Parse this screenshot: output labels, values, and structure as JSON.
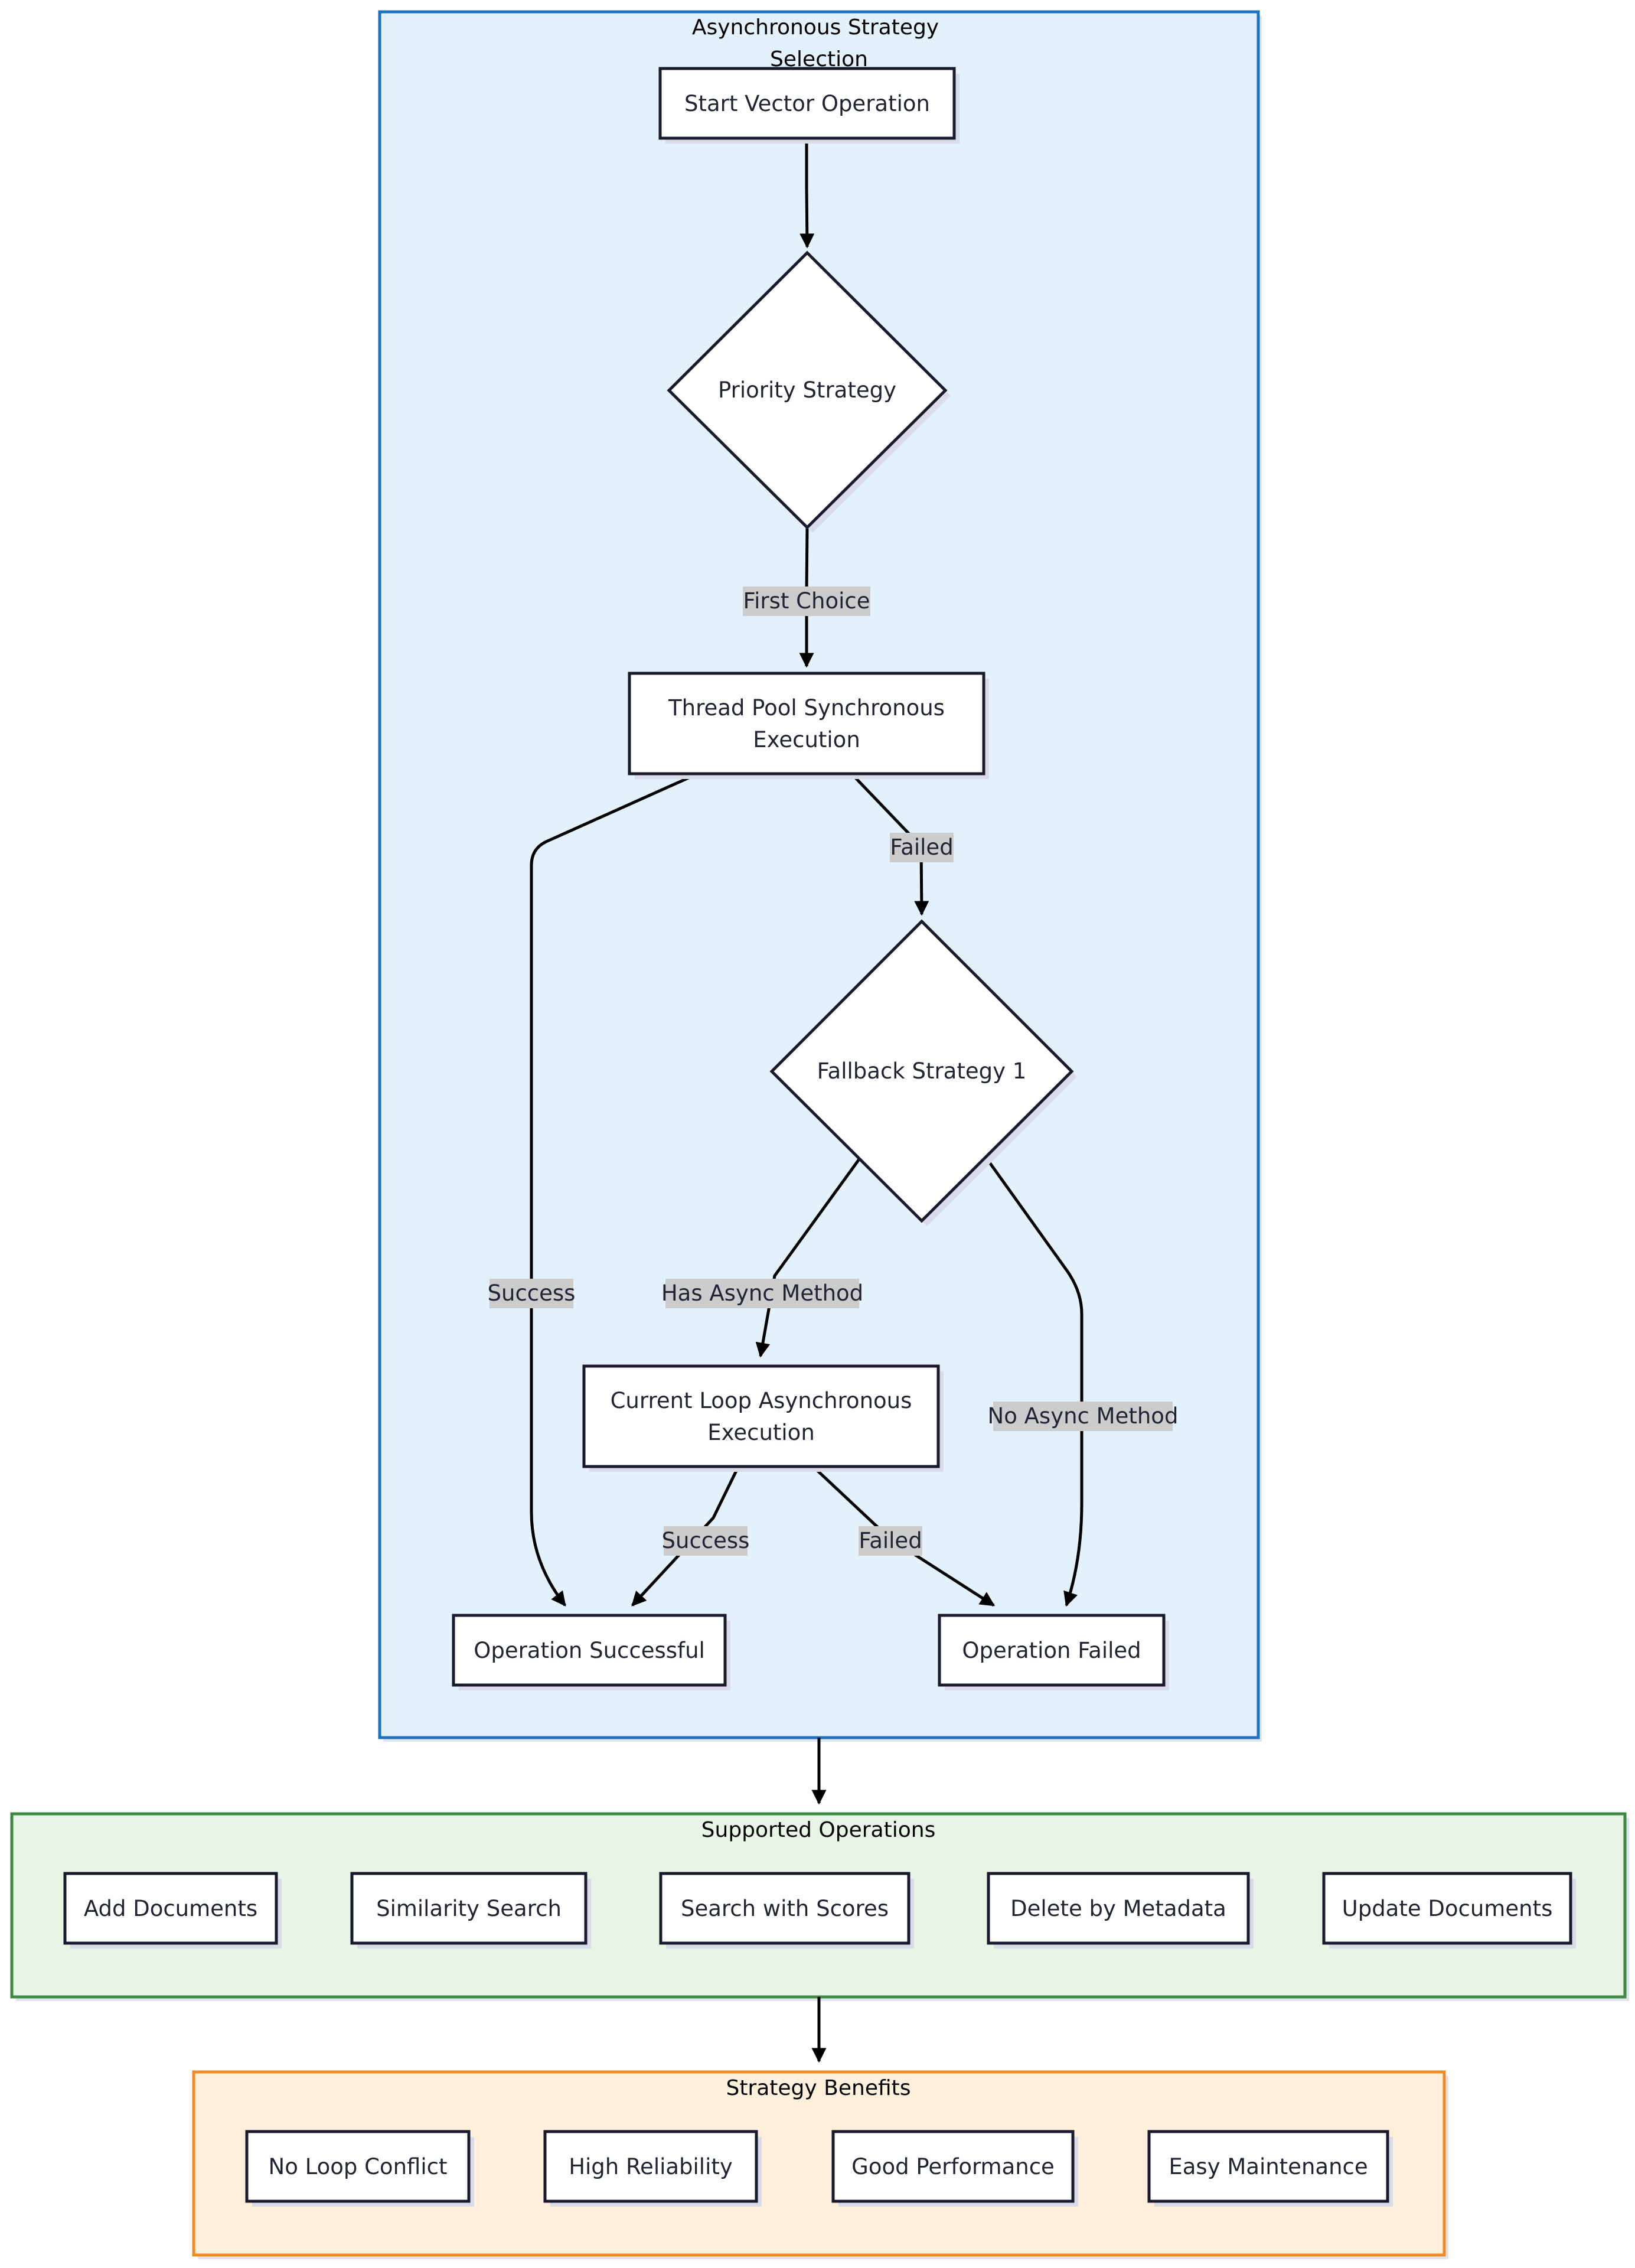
{
  "colors": {
    "strategy_fill": "#e3f1fc",
    "strategy_stroke": "#1e70c0",
    "operations_fill": "#e8f4e6",
    "operations_stroke": "#3f8a43",
    "benefits_fill": "#fff0dc",
    "benefits_stroke": "#f08a24",
    "node_stroke": "#1a1a2e",
    "edge": "#000000",
    "edge_label_bg": "#cccccc"
  },
  "clusters": {
    "strategy": {
      "title_line1": "Asynchronous Strategy",
      "title_line2": "Selection"
    },
    "operations": {
      "title": "Supported Operations"
    },
    "benefits": {
      "title": "Strategy Benefits"
    }
  },
  "nodes": {
    "start": "Start Vector Operation",
    "priority": "Priority Strategy",
    "thread_pool_line1": "Thread Pool Synchronous",
    "thread_pool_line2": "Execution",
    "fallback": "Fallback Strategy 1",
    "current_loop_line1": "Current Loop Asynchronous",
    "current_loop_line2": "Execution",
    "success": "Operation Successful",
    "failed": "Operation Failed"
  },
  "operations": [
    "Add Documents",
    "Similarity Search",
    "Search with Scores",
    "Delete by Metadata",
    "Update Documents"
  ],
  "benefits": [
    "No Loop Conflict",
    "High Reliability",
    "Good Performance",
    "Easy Maintenance"
  ],
  "edge_labels": {
    "first_choice": "First Choice",
    "failed_1": "Failed",
    "success_1": "Success",
    "has_async": "Has Async Method",
    "no_async": "No Async Method",
    "success_2": "Success",
    "failed_2": "Failed"
  }
}
